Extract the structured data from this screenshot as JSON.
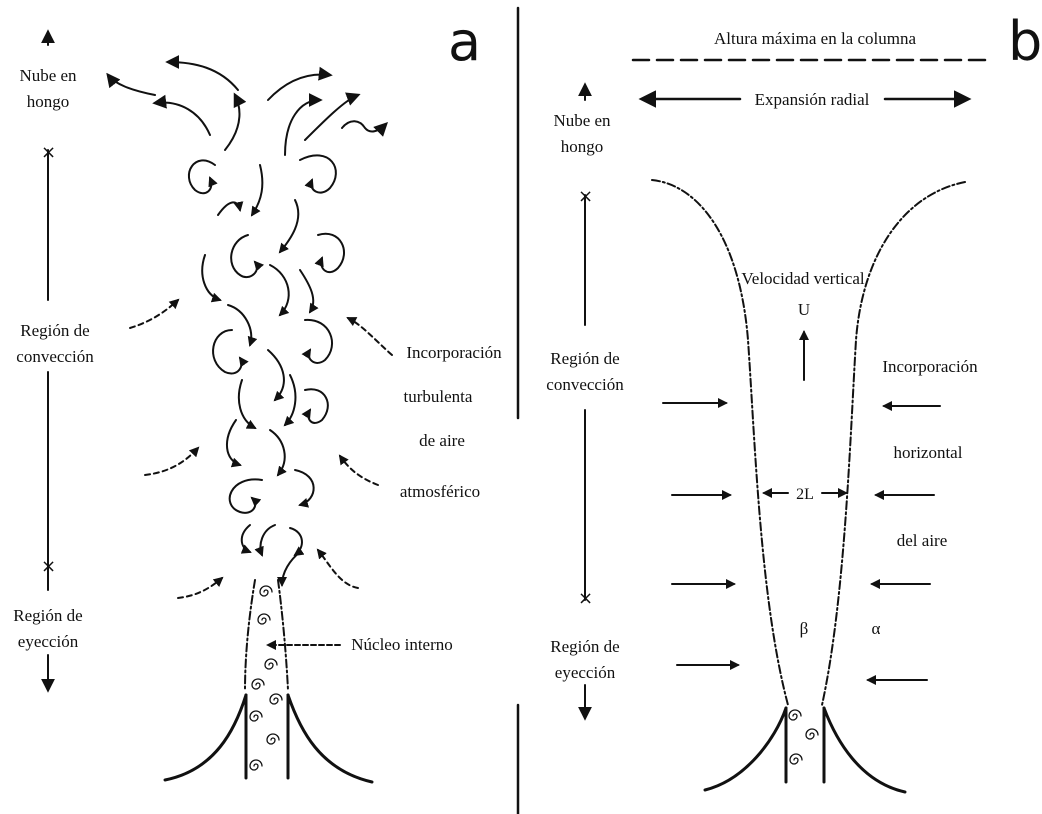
{
  "panel_a": {
    "letter": "a",
    "scale": {
      "mushroom": [
        "Nube en",
        "hongo"
      ],
      "convection": [
        "Región de",
        "convección"
      ],
      "ejection": [
        "Región de",
        "eyección"
      ]
    },
    "entrainment": [
      "Incorporación",
      "turbulenta",
      "de aire",
      "atmosférico"
    ],
    "core": "Núcleo interno"
  },
  "panel_b": {
    "letter": "b",
    "max_height": "Altura máxima en la columna",
    "radial": "Expansión radial",
    "scale": {
      "mushroom": [
        "Nube en",
        "hongo"
      ],
      "convection": [
        "Región de",
        "convección"
      ],
      "ejection": [
        "Región de",
        "eyección"
      ]
    },
    "velocity": "Velocidad vertical",
    "u": "U",
    "width": "2L",
    "entrainment": [
      "Incorporación",
      "horizontal",
      "del aire"
    ],
    "beta": "β",
    "alpha": "α"
  },
  "icons": [
    "spiral-icon",
    "arrow-icon",
    "curl-arrow-icon"
  ]
}
